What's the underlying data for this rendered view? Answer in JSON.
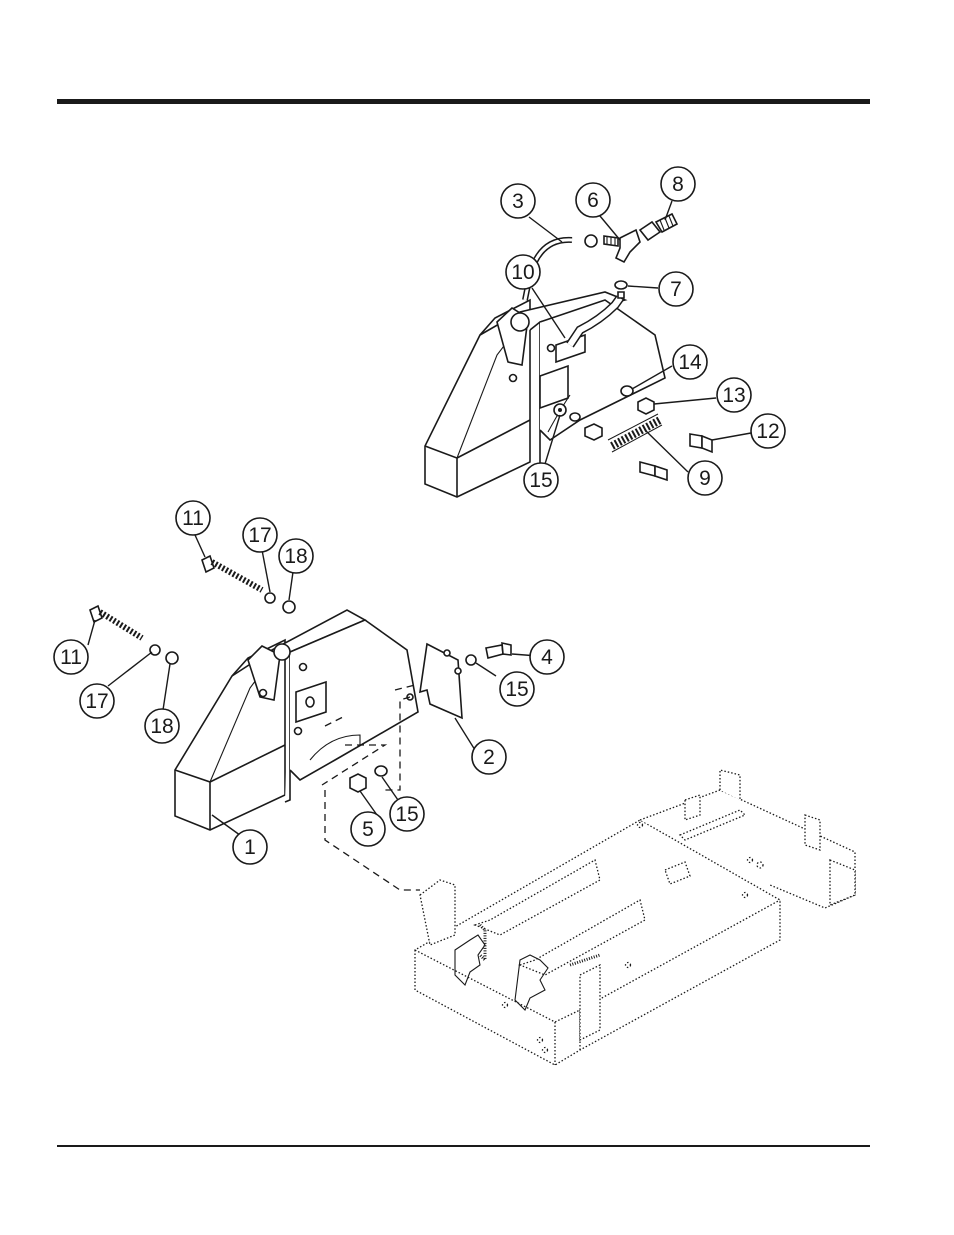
{
  "callouts": [
    {
      "label": "3"
    },
    {
      "label": "6"
    },
    {
      "label": "8"
    },
    {
      "label": "10"
    },
    {
      "label": "7"
    },
    {
      "label": "14"
    },
    {
      "label": "13"
    },
    {
      "label": "12"
    },
    {
      "label": "9"
    },
    {
      "label": "15"
    },
    {
      "label": "11"
    },
    {
      "label": "17"
    },
    {
      "label": "18"
    },
    {
      "label": "11"
    },
    {
      "label": "17"
    },
    {
      "label": "18"
    },
    {
      "label": "4"
    },
    {
      "label": "15"
    },
    {
      "label": "2"
    },
    {
      "label": "5"
    },
    {
      "label": "15"
    },
    {
      "label": "1"
    }
  ]
}
